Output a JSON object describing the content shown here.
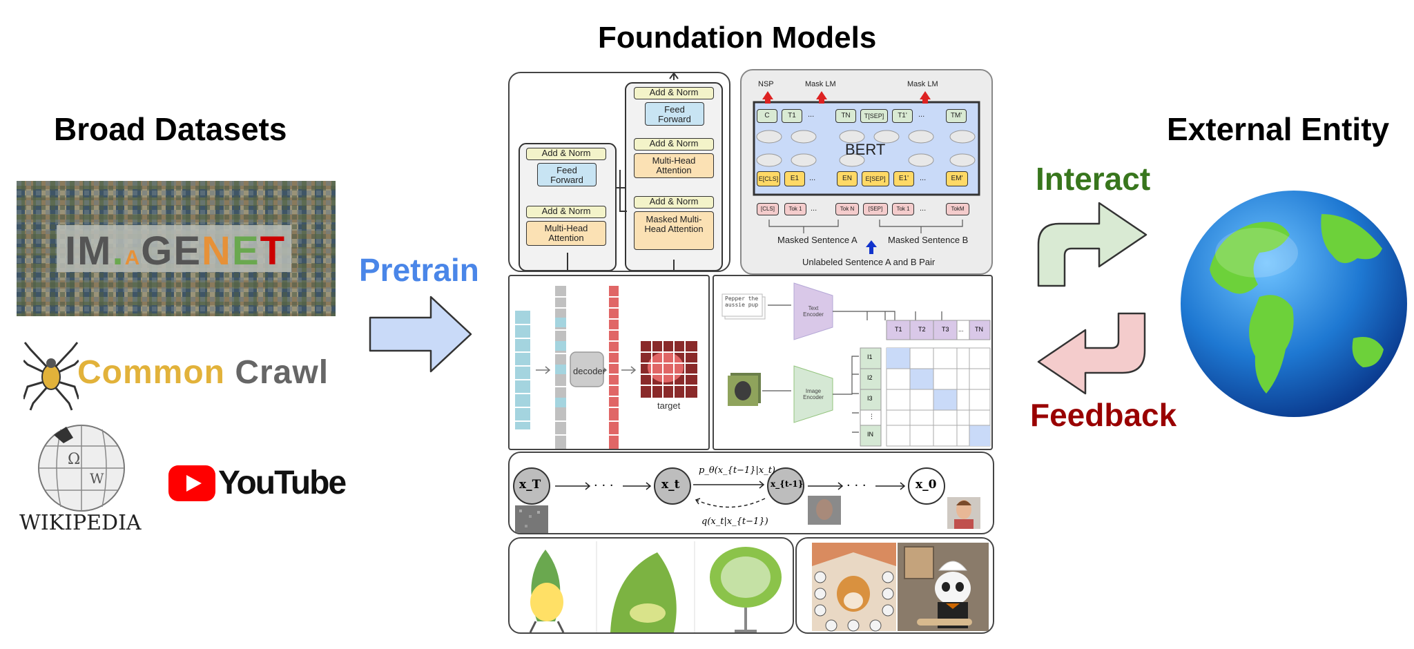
{
  "title": "Foundation Models",
  "left": {
    "heading": "Broad Datasets",
    "imagenet": {
      "letters": [
        "IM",
        "A",
        "GE",
        "N",
        "E",
        "T"
      ]
    },
    "common_crawl": {
      "word1": "Common",
      "word2": "Crawl"
    },
    "wikipedia": {
      "label": "WIKIPEDIA"
    },
    "youtube": {
      "label": "YouTube"
    }
  },
  "pretrain_label": "Pretrain",
  "right": {
    "heading": "External Entity",
    "interact_label": "Interact",
    "feedback_label": "Feedback"
  },
  "transformer": {
    "add_norm": "Add & Norm",
    "feed_forward": "Feed Forward",
    "multi_head": "Multi-Head Attention",
    "masked_multi_head": "Masked Multi-Head Attention"
  },
  "bert": {
    "name": "BERT",
    "nsp": "NSP",
    "mask_lm_1": "Mask LM",
    "mask_lm_2": "Mask LM",
    "masked_a": "Masked Sentence A",
    "masked_b": "Masked Sentence B",
    "pair": "Unlabeled Sentence A and B Pair",
    "top_tokens": [
      "C",
      "T1",
      "...",
      "TN",
      "T[SEP]",
      "T1'",
      "...",
      "TM'"
    ],
    "emb_tokens": [
      "E[CLS]",
      "E1",
      "...",
      "EN",
      "E[SEP]",
      "E1'",
      "...",
      "EM'"
    ],
    "in_tokens": [
      "[CLS]",
      "Tok 1",
      "...",
      "Tok N",
      "[SEP]",
      "Tok 1",
      "...",
      "TokM"
    ]
  },
  "mae": {
    "decoder": "decoder",
    "target": "target"
  },
  "clip": {
    "prompt": "Pepper the aussie pup",
    "text_encoder": "Text Encoder",
    "image_encoder": "Image Encoder",
    "t_labels": [
      "T1",
      "T2",
      "T3",
      "...",
      "TN"
    ],
    "i_labels": [
      "I1",
      "I2",
      "I3",
      "⋮",
      "IN"
    ]
  },
  "diffusion": {
    "xT": "x_T",
    "xt": "x_t",
    "xt1": "x_{t-1}",
    "x0": "x_0",
    "p_label": "p_θ(x_{t−1}|x_t)",
    "q_label": "q(x_t|x_{t−1})"
  },
  "colors": {
    "pretrain": "#4a86e8",
    "interact": "#38761d",
    "feedback": "#990000",
    "arrow_blue": "#c9daf8",
    "arrow_green": "#d9ead3",
    "arrow_red": "#f4cccc"
  }
}
